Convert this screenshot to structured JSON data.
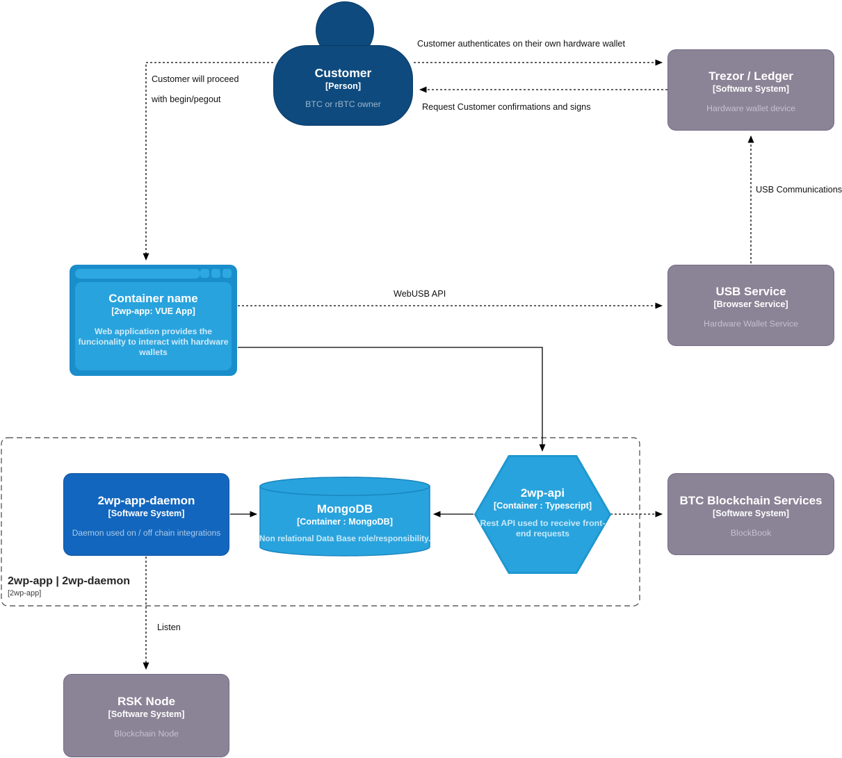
{
  "nodes": {
    "customer": {
      "title": "Customer",
      "type": "[Person]",
      "desc": "BTC or rBTC owner"
    },
    "trezor_ledger": {
      "title": "Trezor / Ledger",
      "type": "[Software System]",
      "desc": "Hardware wallet device"
    },
    "container_name": {
      "title": "Container name",
      "type": "[2wp-app: VUE App]",
      "desc": "Web application provides the funcionality to interact with hardware wallets"
    },
    "usb_service": {
      "title": "USB Service",
      "type": "[Browser Service]",
      "desc": "Hardware Wallet Service"
    },
    "daemon": {
      "title": "2wp-app-daemon",
      "type": "[Software System]",
      "desc": "Daemon used on / off chain integrations"
    },
    "mongodb": {
      "title": "MongoDB",
      "type": "[Container : MongoDB]",
      "desc": "Non relational Data Base role/responsibility."
    },
    "api": {
      "title": "2wp-api",
      "type": "[Container : Typescript]",
      "desc": "Rest API used to receive front-end requests"
    },
    "btc": {
      "title": "BTC Blockchain Services",
      "type": "[Software System]",
      "desc": "BlockBook"
    },
    "rsk": {
      "title": "RSK Node",
      "type": "[Software System]",
      "desc": "Blockchain Node"
    }
  },
  "boundary": {
    "title": "2wp-app | 2wp-daemon",
    "subtitle": "[2wp-app]"
  },
  "edges": {
    "auth_label": "Customer authenticates on their own hardware wallet",
    "request_label": "Request Customer confirmations and signs",
    "proceed_label_line1": "Customer will proceed",
    "proceed_label_line2": "with begin/pegout",
    "webusb_label": "WebUSB API",
    "usb_comm_label": "USB Communications",
    "listen_label": "Listen"
  },
  "colors": {
    "person_fill": "#0e4a7d",
    "gray_fill": "#8b8396",
    "blue_fill": "#1366bd",
    "lightblue_fill": "#29a3dd",
    "browser_frame": "#1a8dcb"
  }
}
